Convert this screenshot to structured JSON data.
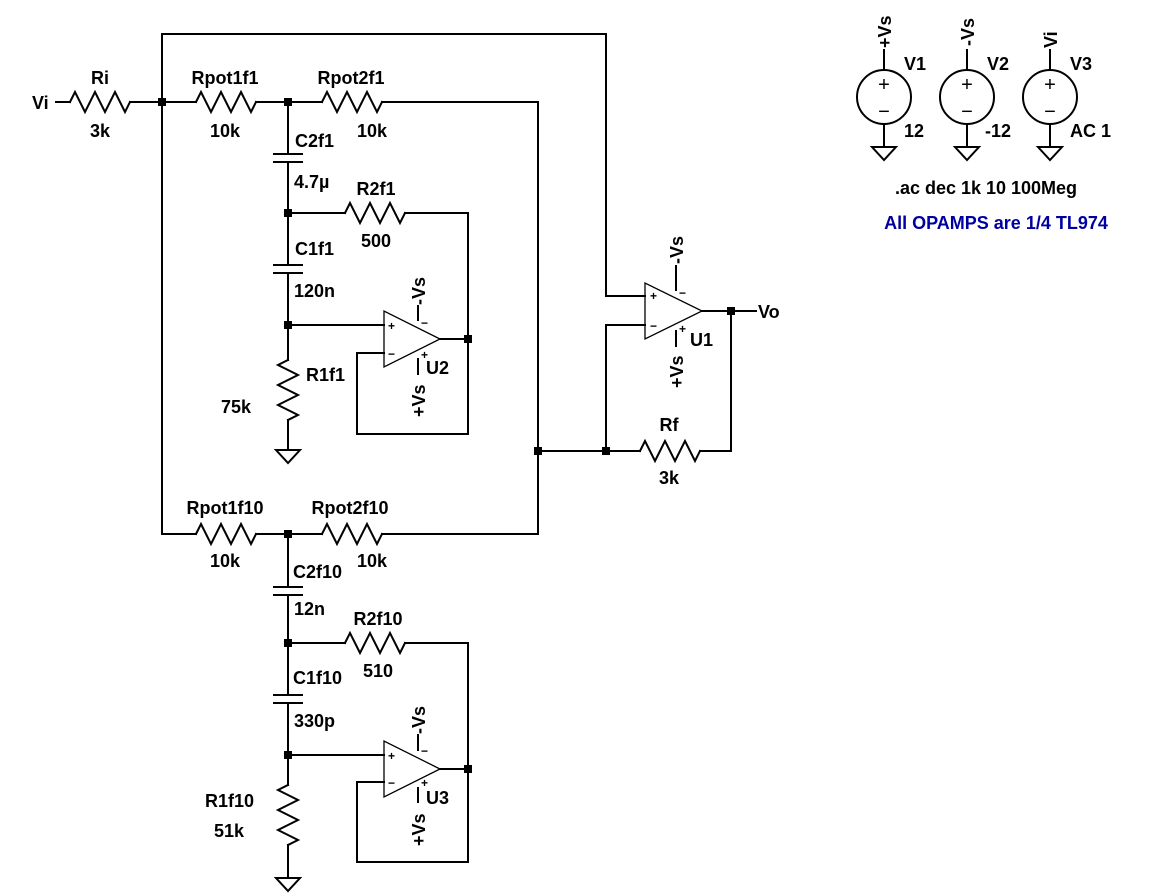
{
  "resistors": [
    {
      "id": "ri",
      "name": "Ri",
      "value": "3k"
    },
    {
      "id": "rpot1f1",
      "name": "Rpot1f1",
      "value": "10k"
    },
    {
      "id": "rpot2f1",
      "name": "Rpot2f1",
      "value": "10k"
    },
    {
      "id": "r2f1",
      "name": "R2f1",
      "value": "500"
    },
    {
      "id": "r1f1",
      "name": "R1f1",
      "value": "75k"
    },
    {
      "id": "rf",
      "name": "Rf",
      "value": "3k"
    },
    {
      "id": "rpot1f10",
      "name": "Rpot1f10",
      "value": "10k"
    },
    {
      "id": "rpot2f10",
      "name": "Rpot2f10",
      "value": "10k"
    },
    {
      "id": "r2f10",
      "name": "R2f10",
      "value": "510"
    },
    {
      "id": "r1f10",
      "name": "R1f10",
      "value": "51k"
    }
  ],
  "capacitors": [
    {
      "id": "c2f1",
      "name": "C2f1",
      "value": "4.7µ"
    },
    {
      "id": "c1f1",
      "name": "C1f1",
      "value": "120n"
    },
    {
      "id": "c2f10",
      "name": "C2f10",
      "value": "12n"
    },
    {
      "id": "c1f10",
      "name": "C1f10",
      "value": "330p"
    }
  ],
  "opamps": [
    {
      "id": "u1",
      "name": "U1"
    },
    {
      "id": "u2",
      "name": "U2"
    },
    {
      "id": "u3",
      "name": "U3"
    }
  ],
  "supply_neg": "-Vs",
  "supply_pos": "+Vs",
  "nets": {
    "input": "Vi",
    "output": "Vo"
  },
  "pin_signs": {
    "plus": "+",
    "minus": "−"
  },
  "sources": [
    {
      "id": "v1",
      "name": "V1",
      "net": "+Vs",
      "value": "12"
    },
    {
      "id": "v2",
      "name": "V2",
      "net": "-Vs",
      "value": "-12"
    },
    {
      "id": "v3",
      "name": "V3",
      "net": "Vi",
      "value": "AC 1"
    }
  ],
  "directives": {
    "analysis": ".ac dec 1k 10 100Meg",
    "comment": "All OPAMPS are 1/4 TL974"
  },
  "colors": {
    "wire": "#000000",
    "comment": "#0000a0",
    "background": "#ffffff"
  }
}
